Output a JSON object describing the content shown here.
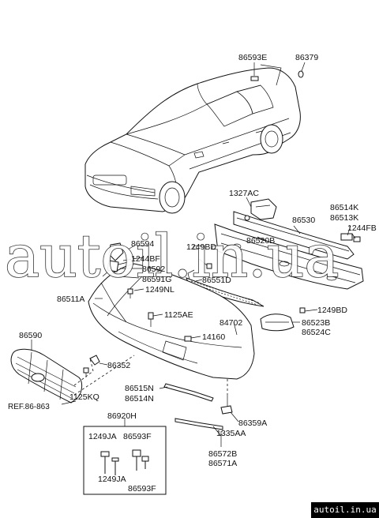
{
  "watermark": {
    "text": "autoil.in.ua"
  },
  "site_badge": {
    "text": "autoil.in.ua"
  },
  "labels": {
    "p86593E": "86593E",
    "p86379": "86379",
    "p1327AC": "1327AC",
    "p86530": "86530",
    "p86514K": "86514K",
    "p86513K": "86513K",
    "p1244FB": "1244FB",
    "p86520B": "86520B",
    "p1249BD_top": "1249BD",
    "p86594": "86594",
    "p1244BF": "1244BF",
    "p86592": "86592",
    "p86591G": "86591G",
    "p1249NL": "1249NL",
    "p86551D": "86551D",
    "p86511A": "86511A",
    "p1249BD_right": "1249BD",
    "p1125AE": "1125AE",
    "p84702": "84702",
    "p86523B": "86523B",
    "p86524C": "86524C",
    "p14160": "14160",
    "p86590": "86590",
    "p86352": "86352",
    "p86515N": "86515N",
    "p86514N": "86514N",
    "p1125KQ": "1125KQ",
    "ref": "REF.86-863",
    "p86920H": "86920H",
    "p86359A": "86359A",
    "p1335AA": "1335AA",
    "p1249JA_box_top": "1249JA",
    "p86593F_box_top": "86593F",
    "p1249JA_box_bottom": "1249JA",
    "p86593F_box_bottom": "86593F",
    "p86572B": "86572B",
    "p86571A": "86571A"
  }
}
